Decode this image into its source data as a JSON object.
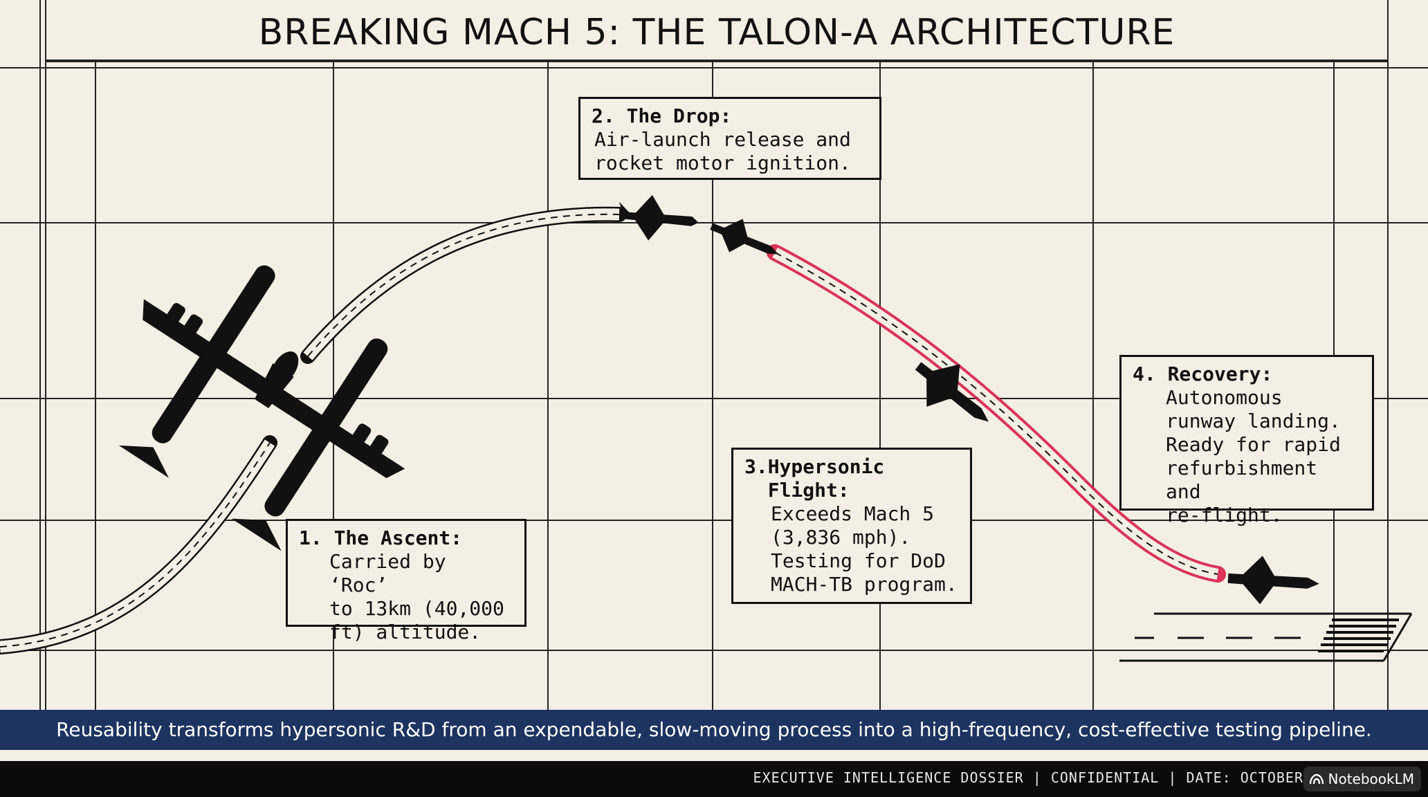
{
  "title": "BREAKING MACH 5: THE TALON-A ARCHITECTURE",
  "steps": [
    {
      "num": "1.",
      "heading": "The Ascent:",
      "body": "Carried by ‘Roc’\nto 13km (40,000\nft) altitude."
    },
    {
      "num": "2.",
      "heading": "The Drop:",
      "body": "Air-launch release and\n rocket motor ignition."
    },
    {
      "num": "3.",
      "heading": "Hypersonic\nFlight:",
      "body": "Exceeds Mach 5\n(3,836 mph).\nTesting for DoD\nMACH-TB program."
    },
    {
      "num": "4.",
      "heading": "Recovery:",
      "body": "Autonomous\nrunway landing.\nReady for rapid\nrefurbishment and\nre-flight."
    }
  ],
  "banner": "Reusability transforms hypersonic R&D from an expendable, slow-moving process into a high-frequency, cost-effective testing pipeline.",
  "footer": "EXECUTIVE INTELLIGENCE DOSSIER | CONFIDENTIAL | DATE: OCTOBER",
  "brand": "NotebookLM",
  "colors": {
    "background": "#f3efe4",
    "ink": "#111111",
    "hypersonic_trail": "#d81e4a",
    "banner": "#1d3461",
    "footer": "#0b0b0b"
  }
}
